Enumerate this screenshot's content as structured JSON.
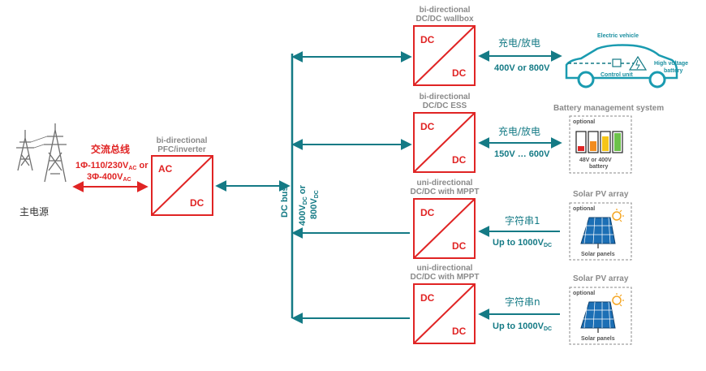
{
  "grid": {
    "label": "主电源",
    "ac_bus_label": "交流总线",
    "ac_voltage_1": "1Φ-110/230V",
    "ac_voltage_1_sub": "AC",
    "ac_voltage_1_tail": " or",
    "ac_voltage_2": "3Φ-400V",
    "ac_voltage_2_sub": "AC"
  },
  "pfc": {
    "label_line1": "bi-directional",
    "label_line2": "PFC/inverter",
    "top": "AC",
    "bottom": "DC"
  },
  "dc_bus": {
    "label": "DC bus",
    "voltage_a": "400V",
    "voltage_a_sub": "DC",
    "voltage_a_tail": " or",
    "voltage_b": "800V",
    "voltage_b_sub": "DC"
  },
  "converters": [
    {
      "label_line1": "bi-directional",
      "label_line2": "DC/DC wallbox",
      "top": "DC",
      "bottom": "DC",
      "flow_label": "充电/放电",
      "voltage": "400V or 800V",
      "voltage_sub": ""
    },
    {
      "label_line1": "bi-directional",
      "label_line2": "DC/DC ESS",
      "top": "DC",
      "bottom": "DC",
      "flow_label": "充电/放电",
      "voltage": "150V … 600V",
      "voltage_sub": ""
    },
    {
      "label_line1": "uni-directional",
      "label_line2": "DC/DC with MPPT",
      "top": "DC",
      "bottom": "DC",
      "flow_label": "字符串1",
      "voltage": "Up to 1000V",
      "voltage_sub": "DC"
    },
    {
      "label_line1": "uni-directional",
      "label_line2": "DC/DC with MPPT",
      "top": "DC",
      "bottom": "DC",
      "flow_label": "字符串n",
      "voltage": "Up to 1000V",
      "voltage_sub": "DC"
    }
  ],
  "ev": {
    "title": "Electric vehicle",
    "control_unit": "Control unit",
    "battery_line1": "High voltage",
    "battery_line2": "battery"
  },
  "bms": {
    "title": "Battery management system",
    "optional": "optional",
    "battery_line1": "48V or 400V",
    "battery_line2": "battery"
  },
  "solar": [
    {
      "title": "Solar PV array",
      "optional": "optional",
      "caption": "Solar panels"
    },
    {
      "title": "Solar PV array",
      "optional": "optional",
      "caption": "Solar panels"
    }
  ],
  "colors": {
    "teal": "#147a85",
    "red": "#e02424",
    "gray": "#8a8a8a"
  }
}
